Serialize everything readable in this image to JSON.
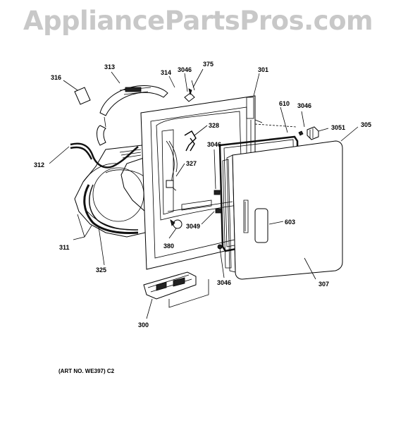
{
  "watermark": "AppliancePartsPros.com",
  "art_number": "(ART NO. WE397) C2",
  "parts": [
    {
      "id": "p316",
      "label": "316"
    },
    {
      "id": "p313",
      "label": "313"
    },
    {
      "id": "p314",
      "label": "314"
    },
    {
      "id": "p3046a",
      "label": "3046"
    },
    {
      "id": "p375",
      "label": "375"
    },
    {
      "id": "p301",
      "label": "301"
    },
    {
      "id": "p610",
      "label": "610"
    },
    {
      "id": "p3046b",
      "label": "3046"
    },
    {
      "id": "p3051",
      "label": "3051"
    },
    {
      "id": "p305",
      "label": "305"
    },
    {
      "id": "p328",
      "label": "328"
    },
    {
      "id": "p3046c",
      "label": "3046"
    },
    {
      "id": "p312",
      "label": "312"
    },
    {
      "id": "p327",
      "label": "327"
    },
    {
      "id": "p603",
      "label": "603"
    },
    {
      "id": "p3049",
      "label": "3049"
    },
    {
      "id": "p311",
      "label": "311"
    },
    {
      "id": "p380",
      "label": "380"
    },
    {
      "id": "p325",
      "label": "325"
    },
    {
      "id": "p307",
      "label": "307"
    },
    {
      "id": "p3046d",
      "label": "3046"
    },
    {
      "id": "p300",
      "label": "300"
    }
  ]
}
